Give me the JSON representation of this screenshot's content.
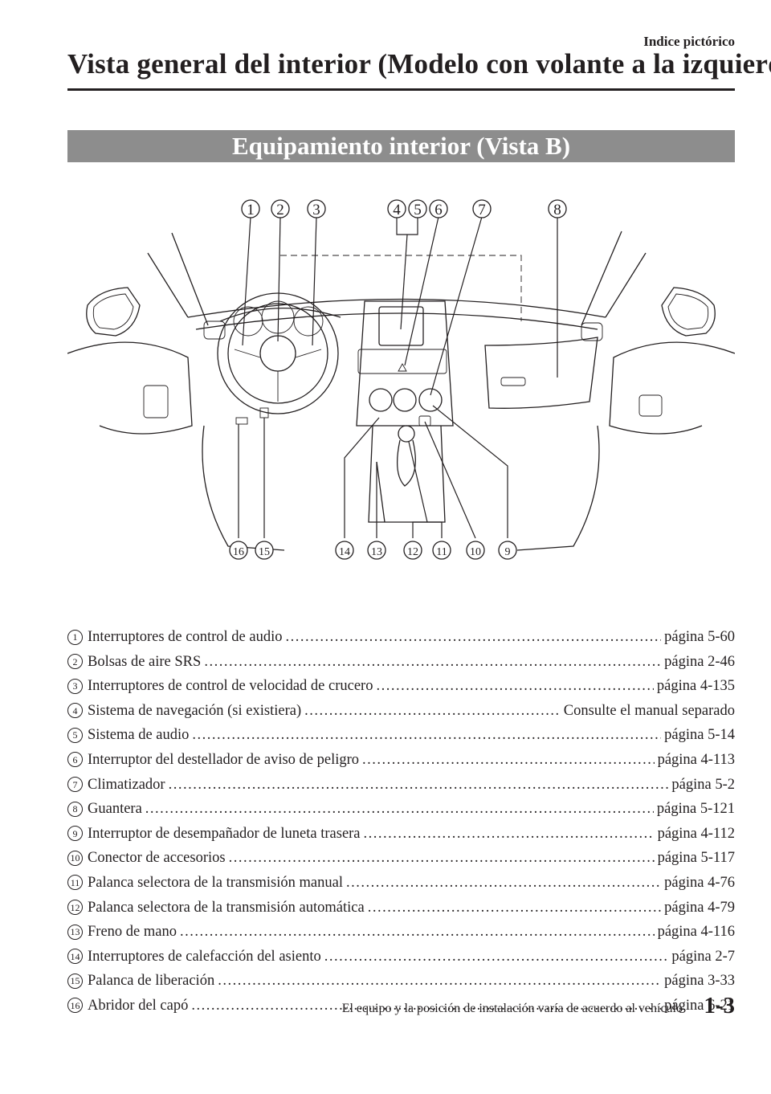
{
  "header": {
    "section": "Indice pictórico",
    "title": "Vista general del interior (Modelo con volante a la izquierda)"
  },
  "banner": {
    "title": "Equipamiento interior (Vista B)"
  },
  "figure": {
    "callouts_top": [
      "1",
      "2",
      "3",
      "4",
      "5",
      "6",
      "7",
      "8"
    ],
    "callouts_bottom": [
      "16",
      "15",
      "14",
      "13",
      "12",
      "11",
      "10",
      "9"
    ]
  },
  "legend": [
    {
      "num": "1",
      "label": "Interruptores de control de audio",
      "page": "página 5-60"
    },
    {
      "num": "2",
      "label": "Bolsas de aire SRS",
      "page": "página 2-46"
    },
    {
      "num": "3",
      "label": "Interruptores de control de velocidad de crucero",
      "page": "página 4-135"
    },
    {
      "num": "4",
      "label": "Sistema de navegación (si existiera)",
      "page": "Consulte el manual separado"
    },
    {
      "num": "5",
      "label": "Sistema de audio",
      "page": "página 5-14"
    },
    {
      "num": "6",
      "label": "Interruptor del destellador de aviso de peligro",
      "page": "página 4-113"
    },
    {
      "num": "7",
      "label": "Climatizador",
      "page": "página 5-2"
    },
    {
      "num": "8",
      "label": "Guantera",
      "page": "página 5-121"
    },
    {
      "num": "9",
      "label": "Interruptor de desempañador de luneta trasera",
      "page": "página 4-112"
    },
    {
      "num": "10",
      "label": "Conector de accesorios",
      "page": "página 5-117"
    },
    {
      "num": "11",
      "label": "Palanca selectora de la transmisión manual",
      "page": "página 4-76"
    },
    {
      "num": "12",
      "label": "Palanca selectora de la transmisión automática",
      "page": "página 4-79"
    },
    {
      "num": "13",
      "label": "Freno de mano",
      "page": "página 4-116"
    },
    {
      "num": "14",
      "label": "Interruptores de calefacción del asiento",
      "page": "página 2-7"
    },
    {
      "num": "15",
      "label": "Palanca de liberación",
      "page": "página 3-33"
    },
    {
      "num": "16",
      "label": "Abridor del capó",
      "page": "página 6-21"
    }
  ],
  "footer": {
    "note": "El equipo y la posición de instalación varía de acuerdo al vehículo",
    "page_number": "1-3"
  }
}
